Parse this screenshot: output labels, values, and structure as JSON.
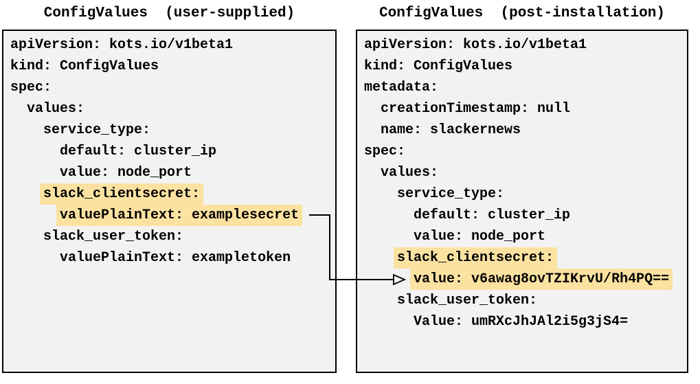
{
  "colors": {
    "page_background": "#ffffff",
    "panel_background": "#f2f2f2",
    "panel_border": "#000000",
    "highlight": "#fbe2a1",
    "text": "#000000"
  },
  "left_panel": {
    "title": "ConfigValues  (user-supplied)",
    "lines": [
      {
        "indent": "",
        "text": "apiVersion: kots.io/v1beta1",
        "highlight": false
      },
      {
        "indent": "",
        "text": "kind: ConfigValues",
        "highlight": false
      },
      {
        "indent": "",
        "text": "spec:",
        "highlight": false
      },
      {
        "indent": "  ",
        "text": "values:",
        "highlight": false
      },
      {
        "indent": "    ",
        "text": "service_type:",
        "highlight": false
      },
      {
        "indent": "      ",
        "text": "default: cluster_ip",
        "highlight": false
      },
      {
        "indent": "      ",
        "text": "value: node_port",
        "highlight": false
      },
      {
        "indent": "    ",
        "text": "slack_clientsecret:",
        "highlight": true
      },
      {
        "indent": "      ",
        "text": "valuePlainText: examplesecret",
        "highlight": true
      },
      {
        "indent": "    ",
        "text": "slack_user_token:",
        "highlight": false
      },
      {
        "indent": "      ",
        "text": "valuePlainText: exampletoken",
        "highlight": false
      }
    ]
  },
  "right_panel": {
    "title": "ConfigValues  (post-installation)",
    "lines": [
      {
        "indent": "",
        "text": "apiVersion: kots.io/v1beta1",
        "highlight": false
      },
      {
        "indent": "",
        "text": "kind: ConfigValues",
        "highlight": false
      },
      {
        "indent": "",
        "text": "metadata:",
        "highlight": false
      },
      {
        "indent": "  ",
        "text": "creationTimestamp: null",
        "highlight": false
      },
      {
        "indent": "  ",
        "text": "name: slackernews",
        "highlight": false
      },
      {
        "indent": "",
        "text": "spec:",
        "highlight": false
      },
      {
        "indent": "  ",
        "text": "values:",
        "highlight": false
      },
      {
        "indent": "    ",
        "text": "service_type:",
        "highlight": false
      },
      {
        "indent": "      ",
        "text": "default: cluster_ip",
        "highlight": false
      },
      {
        "indent": "      ",
        "text": "value: node_port",
        "highlight": false
      },
      {
        "indent": "    ",
        "text": "slack_clientsecret:",
        "highlight": true
      },
      {
        "indent": "      ",
        "text": "value: v6awag8ovTZIKrvU/Rh4PQ==",
        "highlight": true
      },
      {
        "indent": "    ",
        "text": "slack_user_token:",
        "highlight": false
      },
      {
        "indent": "      ",
        "text": "Value: umRXcJhJAl2i5g3jS4=",
        "highlight": false
      }
    ]
  }
}
